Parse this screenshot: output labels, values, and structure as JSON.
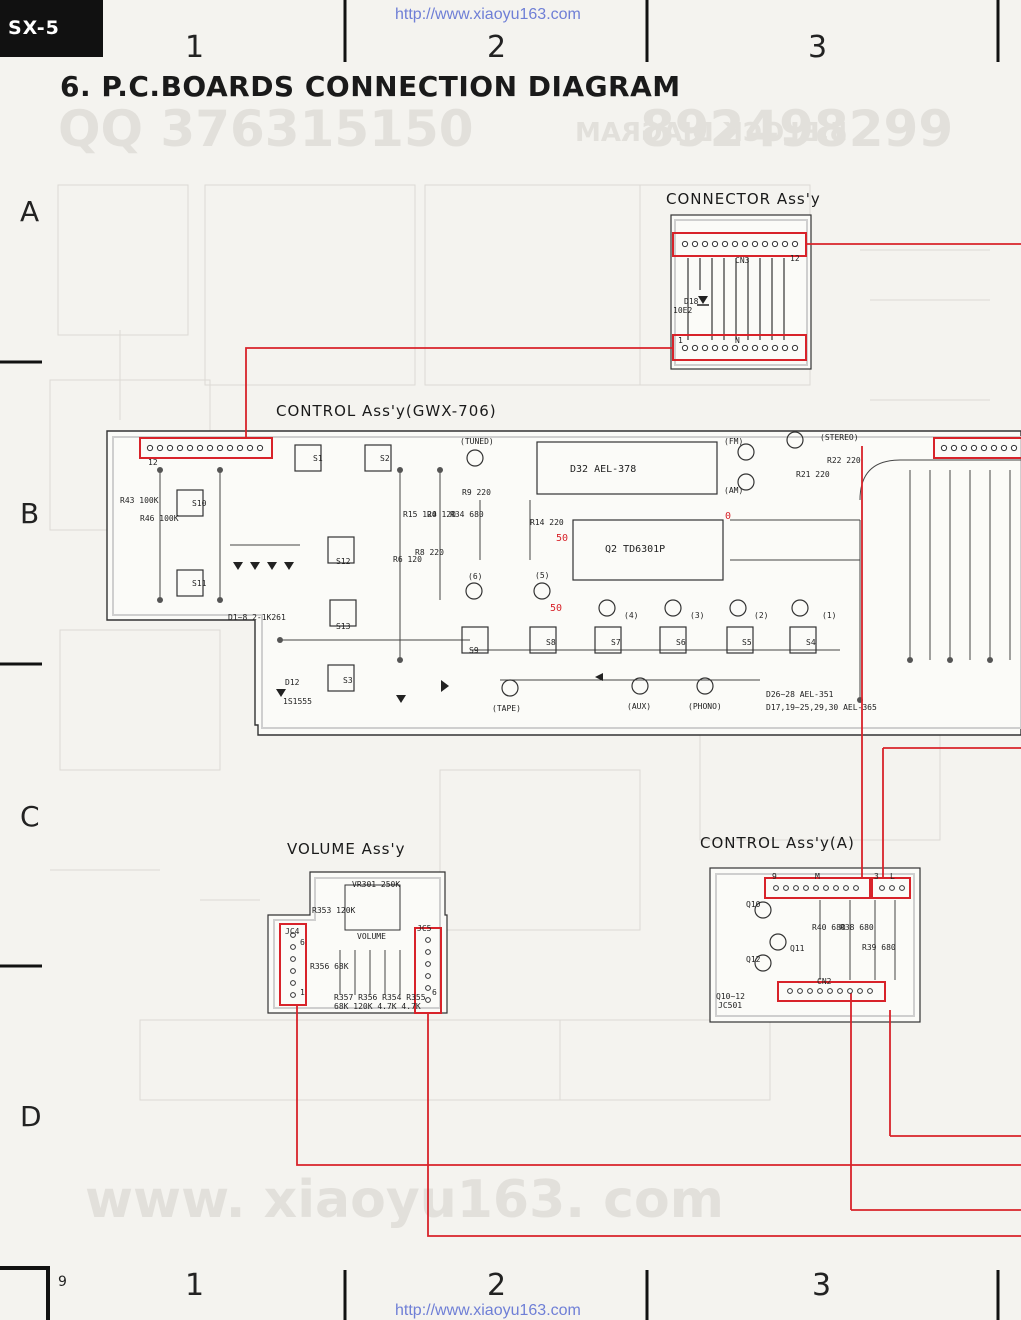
{
  "header": {
    "model": "SX-5",
    "url_top": "http://www.xiaoyu163.com",
    "url_bottom": "http://www.xiaoyu163.com"
  },
  "title": "6. P.C.BOARDS CONNECTION DIAGRAM",
  "column_numbers_top": [
    "1",
    "2",
    "3"
  ],
  "column_numbers_bottom": [
    "1",
    "2",
    "3"
  ],
  "row_letters": [
    "A",
    "B",
    "C",
    "D"
  ],
  "page_number": "9",
  "watermarks": {
    "qq": "QQ 376315150",
    "phone": "892498299",
    "site": "www. xiaoyu163. com",
    "block": "5.BLOCK DIAGRAM"
  },
  "boards": {
    "connector": {
      "label": "CONNECTOR Ass'y",
      "cn": "CN3",
      "diode": "D18",
      "diode_part": "10E2",
      "pin_left": "1",
      "pin_mid": "N",
      "pin_right": "12"
    },
    "control": {
      "label": "CONTROL Ass'y(GWX-706)",
      "connector_pin": "12",
      "switches": [
        "S1",
        "S2",
        "S10",
        "S11",
        "S12",
        "S13",
        "S3",
        "S9",
        "S8",
        "S7",
        "S6",
        "S5",
        "S4"
      ],
      "ic32": "D32  AEL-378",
      "ic2": "Q2  TD6301P",
      "leds": [
        "(TUNED)",
        "(FM)",
        "(STEREO)",
        "(AM)",
        "(6)",
        "(5)",
        "(4)",
        "(3)",
        "(2)",
        "(1)",
        "(TAPE)",
        "(AUX)",
        "(PHONO)"
      ],
      "diode_group": "D1~8  2-1K261",
      "d12": "D12",
      "d12_part": "1S1555",
      "note1": "D26~28  AEL-351",
      "note2": "D17,19~25,29,30  AEL-365",
      "resistors": [
        "R43 100K",
        "R46 100K",
        "R9 220",
        "R15 120",
        "R4 120",
        "R34 680",
        "R6 120",
        "R8 220",
        "R14 220",
        "R21 220",
        "R22 220"
      ],
      "markers": [
        "50",
        "50",
        "0"
      ]
    },
    "volume": {
      "label": "VOLUME Ass'y",
      "vr": "VR301 250K",
      "name": "VOLUME",
      "jc4": "JC4",
      "jc5": "JC5",
      "r353": "R353 120K",
      "r356": "R356 68K",
      "bottom_res": "R357 R356 R354 R355",
      "bottom_vals": "68K 120K 4.7K 4.7K",
      "pin6": "6",
      "pin1": "1"
    },
    "control_a": {
      "label": "CONTROL Ass'y(A)",
      "q_labels": [
        "Q10",
        "Q11",
        "Q12"
      ],
      "cn2": "CN2",
      "res": [
        "R40 680",
        "R38 680",
        "R39 680"
      ],
      "bottom": "Q10~12",
      "jc": "JC501",
      "pin9": "9",
      "pinM": "M",
      "pin3": "3",
      "pinL": "L"
    }
  },
  "colors": {
    "red_wire": "#d8232a",
    "trace": "#bcbcbc",
    "ink": "#222222",
    "ghost": "#e2e0db"
  }
}
